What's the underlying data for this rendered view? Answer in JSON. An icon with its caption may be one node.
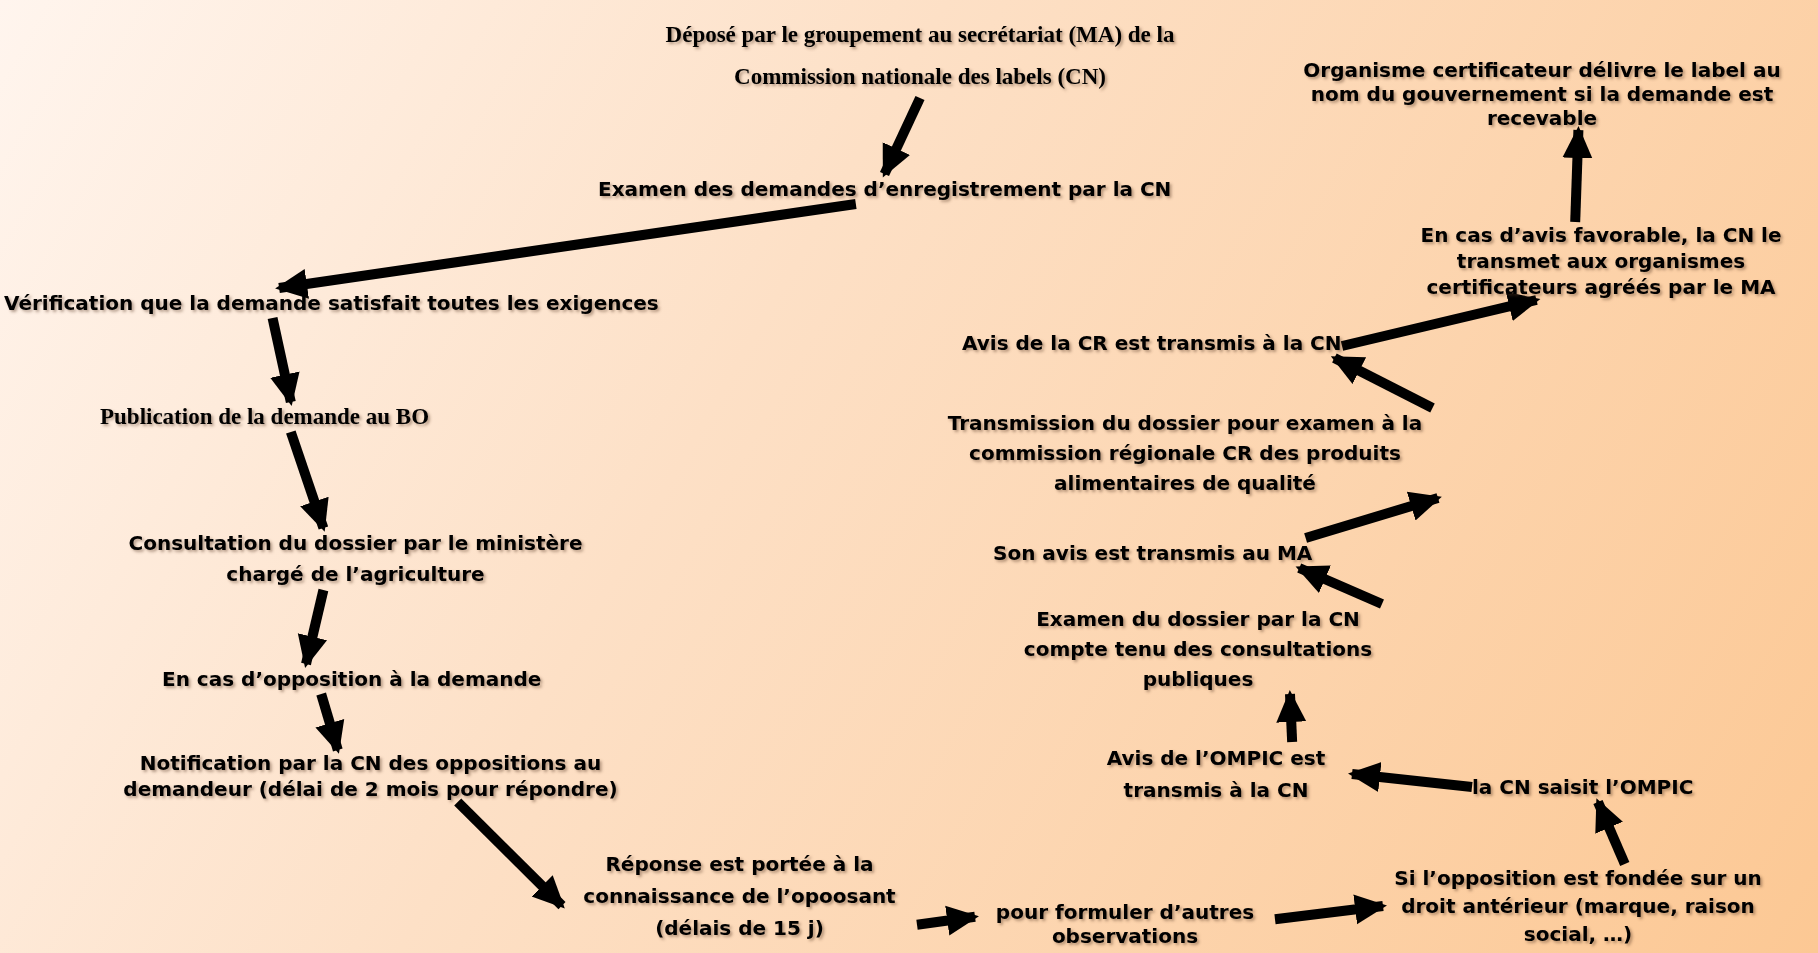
{
  "diagram": {
    "nodes": [
      {
        "text": [
          "Déposé par  le groupement  au secrétariat (MA) de la Commission nationale des labels (CN)"
        ]
      },
      {
        "text": [
          "Examen des demandes d’enregistrement par la CN"
        ]
      },
      {
        "text": [
          "Vérification que la demande satisfait toutes les exigences"
        ]
      },
      {
        "text": [
          "Publication de la demande au BO"
        ]
      },
      {
        "text": [
          "Consultation du dossier  par le ministère chargé de l’agriculture"
        ]
      },
      {
        "text": [
          "En cas d’opposition à la demande"
        ]
      },
      {
        "text": [
          "Notification par la CN des oppositions au demandeur (délai de 2 mois pour répondre)"
        ]
      },
      {
        "text": [
          "Réponse est portée à la connaissance de l’opoosant (délais de 15 j)"
        ]
      },
      {
        "text": [
          "pour formuler d’autres observations"
        ]
      },
      {
        "text": [
          "Si l’opposition est fondée sur un droit antérieur (marque, raison social, …)"
        ]
      },
      {
        "text": [
          "la CN saisit l’OMPIC"
        ]
      },
      {
        "text": [
          "Avis de l’OMPIC est transmis à la CN"
        ]
      },
      {
        "text": [
          "Examen du dossier par la CN compte tenu des consultations publiques"
        ]
      },
      {
        "text": [
          "Son avis est transmis au MA"
        ]
      },
      {
        "text": [
          "Transmission du dossier pour examen à la commission régionale CR des produits alimentaires de qualité"
        ]
      },
      {
        "text": [
          "Avis de la CR est transmis à la CN"
        ]
      },
      {
        "text": [
          "En cas d’avis favorable, la CN le transmet aux organismes certificateurs agréés par le MA"
        ]
      },
      {
        "text": [
          "Organisme certificateur délivre le label au nom du gouvernement si la demande est recevable"
        ]
      }
    ],
    "edges": [
      {
        "from": 0,
        "to": 1,
        "arrow": "to"
      },
      {
        "from": 1,
        "to": 2,
        "arrow": "to"
      },
      {
        "from": 2,
        "to": 3,
        "arrow": "to"
      },
      {
        "from": 3,
        "to": 4,
        "arrow": "to"
      },
      {
        "from": 4,
        "to": 5,
        "arrow": "to"
      },
      {
        "from": 5,
        "to": 6,
        "arrow": "to"
      },
      {
        "from": 6,
        "to": 7,
        "arrow": "to"
      },
      {
        "from": 7,
        "to": 8,
        "arrow": "to"
      },
      {
        "from": 8,
        "to": 9,
        "arrow": "to"
      },
      {
        "from": 9,
        "to": 10,
        "arrow": "to"
      },
      {
        "from": 10,
        "to": 11,
        "arrow": "to"
      },
      {
        "from": 11,
        "to": 12,
        "arrow": "to"
      },
      {
        "from": 12,
        "to": 13,
        "arrow": "to"
      },
      {
        "from": 13,
        "to": 14,
        "arrow": "to"
      },
      {
        "from": 14,
        "to": 15,
        "arrow": "to"
      },
      {
        "from": 15,
        "to": 16,
        "arrow": "to"
      },
      {
        "from": 16,
        "to": 17,
        "arrow": "to"
      }
    ]
  }
}
